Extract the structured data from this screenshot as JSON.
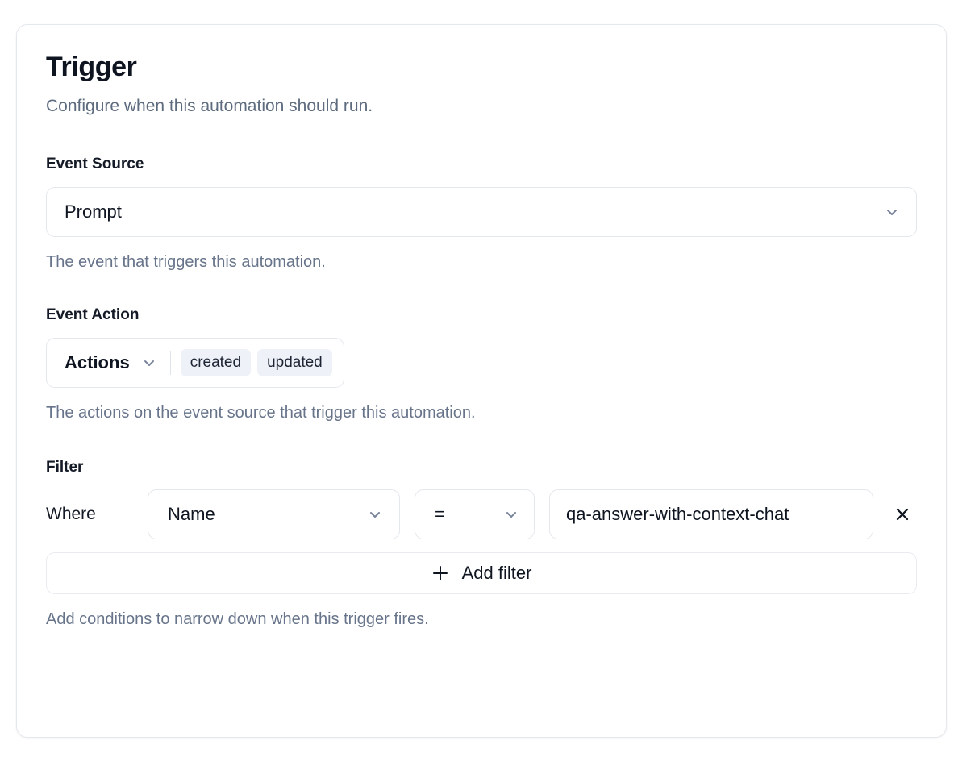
{
  "card": {
    "title": "Trigger",
    "subtitle": "Configure when this automation should run."
  },
  "event_source": {
    "label": "Event Source",
    "selected": "Prompt",
    "helper": "The event that triggers this automation.",
    "chevron_icon": "chevron-down-icon"
  },
  "event_action": {
    "label": "Event Action",
    "trigger_label": "Actions",
    "chips": [
      {
        "label": "created"
      },
      {
        "label": "updated"
      }
    ],
    "helper": "The actions on the event source that trigger this automation.",
    "chevron_icon": "chevron-down-icon"
  },
  "filter": {
    "label": "Filter",
    "where_label": "Where",
    "rows": [
      {
        "field": "Name",
        "operator": "=",
        "value": "qa-answer-with-context-chat",
        "value_placeholder": "Value",
        "remove_icon": "close-icon"
      }
    ],
    "add_filter_label": "Add filter",
    "add_filter_icon": "plus-icon",
    "helper": "Add conditions to narrow down when this trigger fires."
  },
  "colors": {
    "card_border": "#e4e7ec",
    "text_primary": "#0e1420",
    "text_muted": "#67748a",
    "chip_bg": "#eef1f7",
    "chevron": "#79839a"
  }
}
